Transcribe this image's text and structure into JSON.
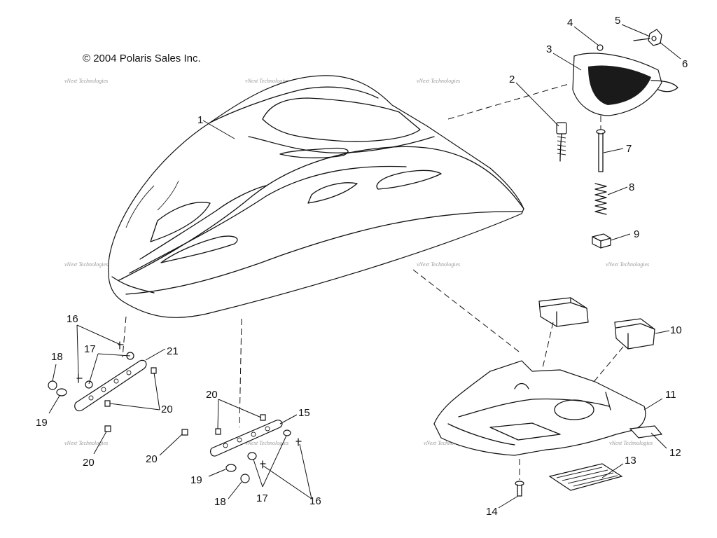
{
  "copyright": "© 2004 Polaris Sales Inc.",
  "watermark": "vNext Technologies",
  "callouts": [
    "1",
    "2",
    "3",
    "4",
    "5",
    "6",
    "7",
    "8",
    "9",
    "10",
    "11",
    "12",
    "13",
    "14",
    "15",
    "16",
    "16",
    "17",
    "17",
    "18",
    "18",
    "19",
    "19",
    "20",
    "20",
    "20",
    "20",
    "21"
  ]
}
